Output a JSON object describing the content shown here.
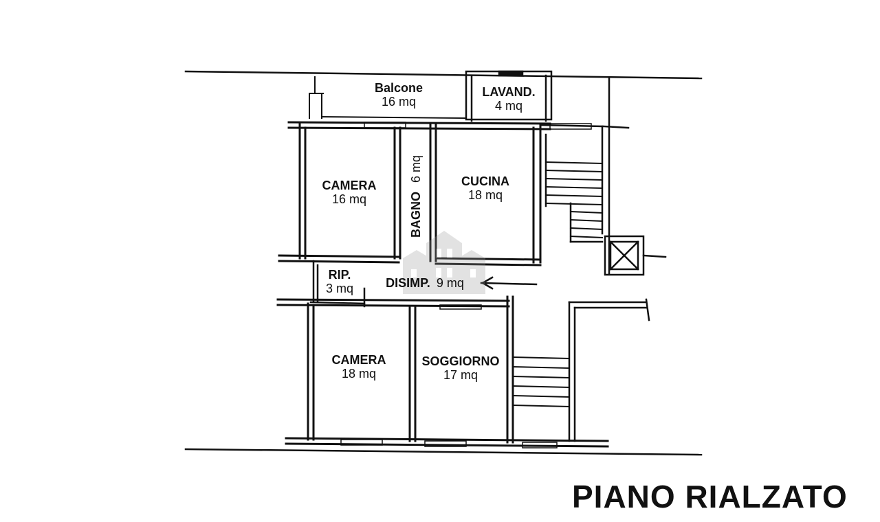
{
  "title": "PIANO RIALZATO",
  "rooms": {
    "balcone": {
      "name": "Balcone",
      "area": "16 mq"
    },
    "lavand": {
      "name": "LAVAND.",
      "area": "4 mq"
    },
    "camera1": {
      "name": "CAMERA",
      "area": "16 mq"
    },
    "bagno": {
      "name": "BAGNO",
      "area": "6 mq"
    },
    "cucina": {
      "name": "CUCINA",
      "area": "18 mq"
    },
    "rip": {
      "name": "RIP.",
      "area": "3 mq"
    },
    "disimp": {
      "name": "DISIMP.",
      "area": "9 mq"
    },
    "camera2": {
      "name": "CAMERA",
      "area": "18 mq"
    },
    "soggiorno": {
      "name": "SOGGIORNO",
      "area": "17 mq"
    }
  },
  "colors": {
    "line": "#111111",
    "watermark": "#9a9a9a"
  }
}
